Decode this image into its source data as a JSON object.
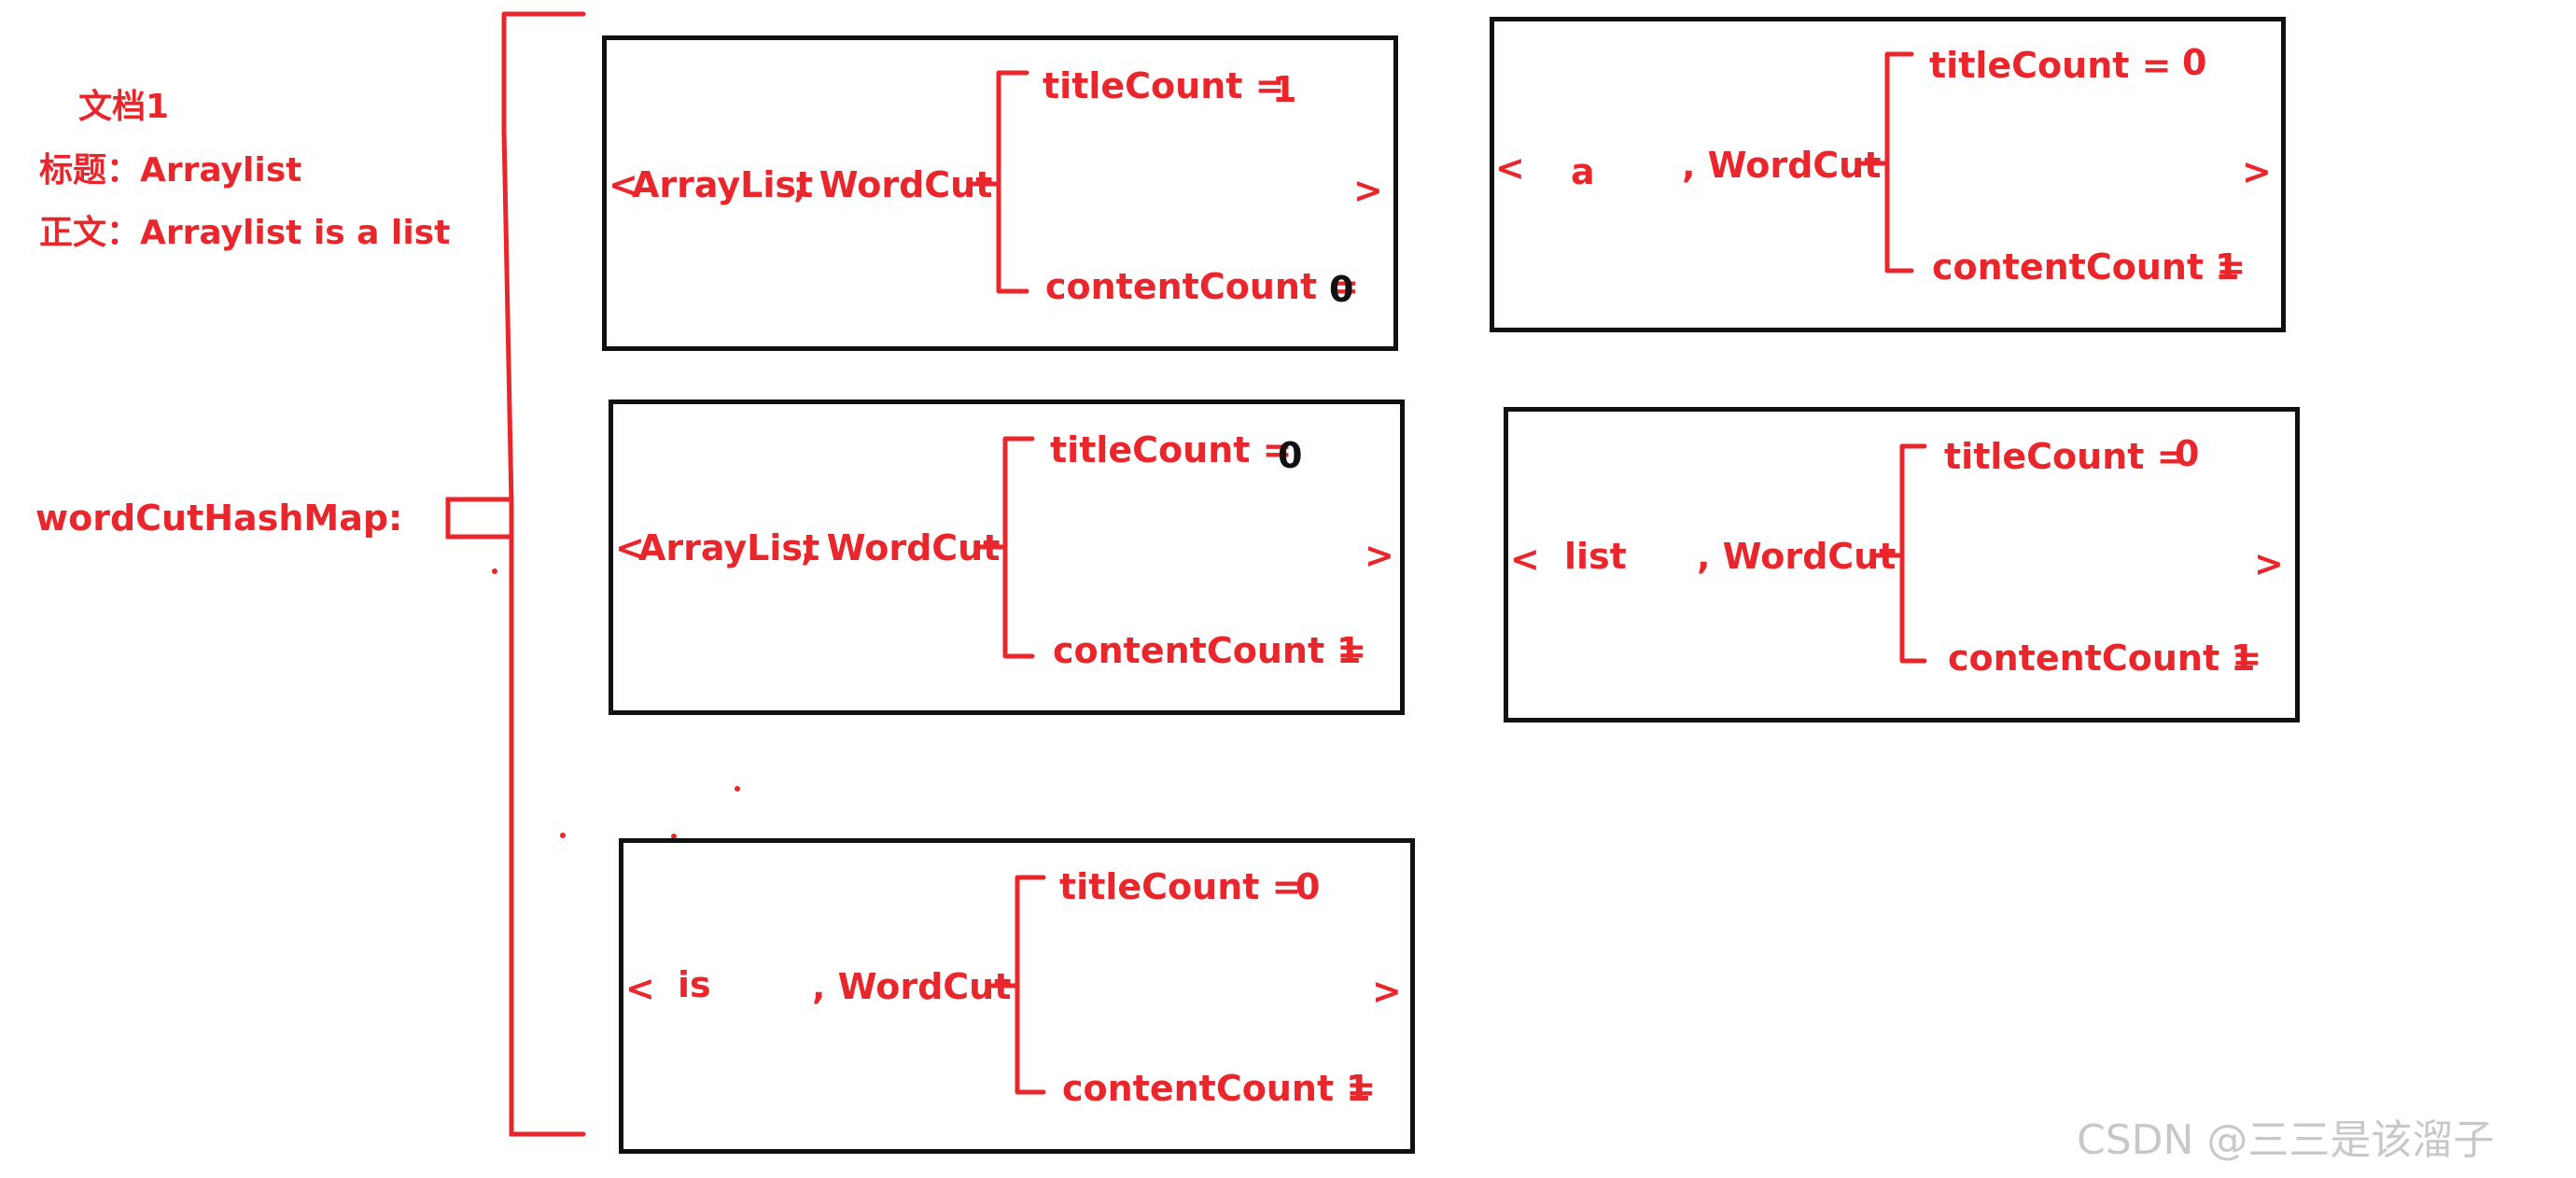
{
  "document": {
    "heading": "文档1",
    "title_line": "标题：Arraylist",
    "content_line": "正文：Arraylist is a list"
  },
  "map_label": "wordCutHashMap:",
  "entries": [
    {
      "open": "<",
      "key": "ArrayList",
      "value": ", WordCut",
      "close": ">",
      "title_label": "titleCount =",
      "title_value": "1",
      "content_label": "contentCount =",
      "content_value": "0"
    },
    {
      "open": "<",
      "key": "a",
      "value": ", WordCut",
      "close": ">",
      "title_label": "titleCount =",
      "title_value": "0",
      "content_label": "contentCount =",
      "content_value": "1"
    },
    {
      "open": "<",
      "key": "ArrayList",
      "value": ", WordCut",
      "close": ">",
      "title_label": "titleCount =",
      "title_value": "0",
      "content_label": "contentCount =",
      "content_value": "1"
    },
    {
      "open": "<",
      "key": "list",
      "value": ", WordCut",
      "close": ">",
      "title_label": "titleCount =",
      "title_value": "0",
      "content_label": "contentCount =",
      "content_value": "1"
    },
    {
      "open": "<",
      "key": "is",
      "value": ", WordCut",
      "close": ">",
      "title_label": "titleCount =",
      "title_value": "0",
      "content_label": "contentCount =",
      "content_value": "1"
    }
  ],
  "watermark": "CSDN @三三是该溜子",
  "colors": {
    "annotation": "#e8262b",
    "box_border": "#111111",
    "watermark": "#c8c8c8"
  }
}
